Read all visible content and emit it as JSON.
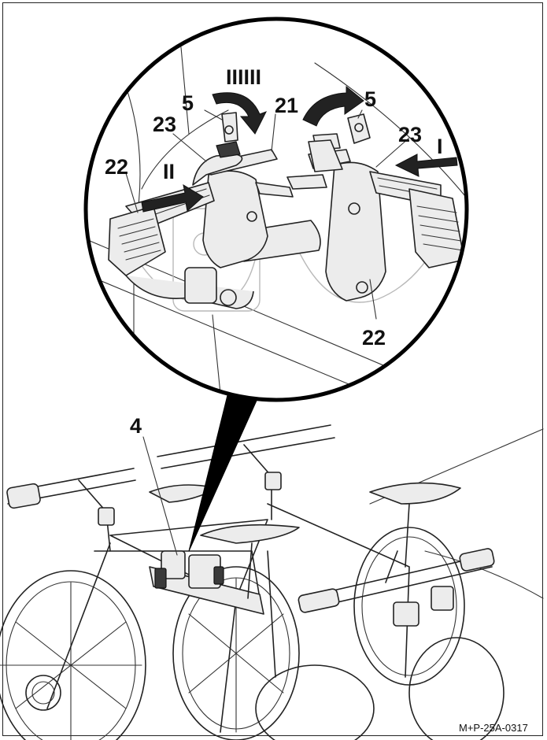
{
  "figure": {
    "reference_code": "M+P-25A-0317",
    "callouts": {
      "strap_clip_left": "22",
      "strap_clip_right": "22",
      "key_left": "5",
      "key_right": "5",
      "ratchet_left": "23",
      "ratchet_right": "23",
      "lever": "21",
      "holder_on_bar": "4",
      "step_arrow_1": "I",
      "step_arrow_2": "II",
      "step_arrow_3": "IIIIII"
    }
  }
}
